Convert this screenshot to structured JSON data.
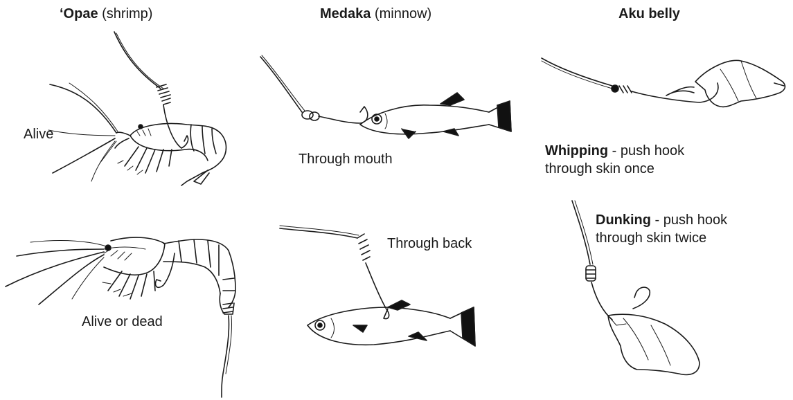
{
  "columns": [
    {
      "name_bold": "‘Opae",
      "name_rest": " (shrimp)"
    },
    {
      "name_bold": "Medaka",
      "name_rest": " (minnow)"
    },
    {
      "name_bold": "Aku belly",
      "name_rest": ""
    }
  ],
  "labels": {
    "shrimp_top": "Alive",
    "shrimp_bottom": "Alive or dead",
    "minnow_top": "Through mouth",
    "minnow_bottom": "Through back",
    "whipping_bold": "Whipping",
    "whipping_rest": " - push hook",
    "whipping_line2": "through skin once",
    "dunking_bold": "Dunking",
    "dunking_rest": " - push hook",
    "dunking_line2": "through skin twice"
  }
}
